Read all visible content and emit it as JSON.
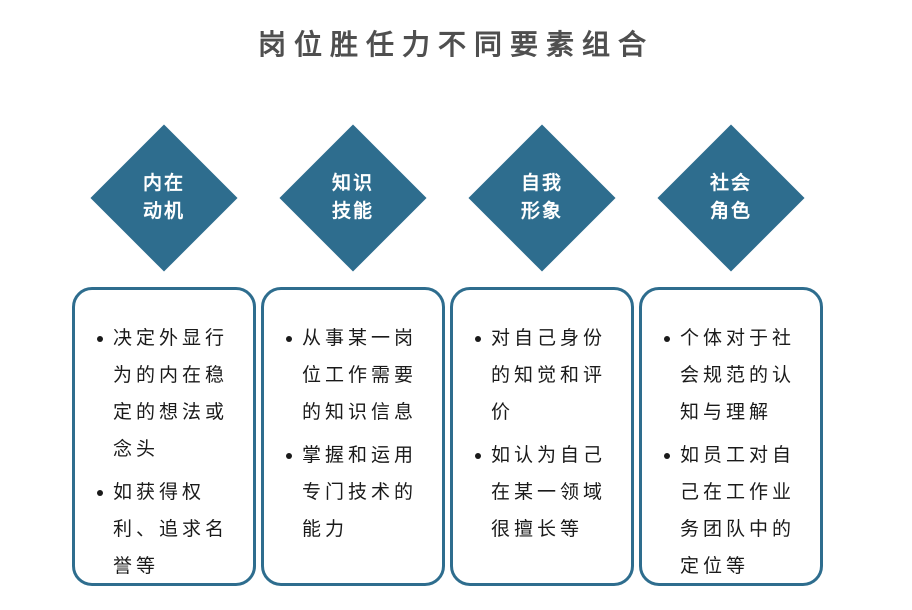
{
  "title": "岗位胜任力不同要素组合",
  "colors": {
    "accent": "#2e6d8e",
    "title_text": "#4f4f4f",
    "body_text": "#1a1a1a",
    "diamond_text": "#ffffff",
    "background": "#ffffff"
  },
  "columns": [
    {
      "diamond_label": [
        "内在",
        "动机"
      ],
      "bullets": [
        "决定外显行为的内在稳定的想法或念头",
        "如获得权利、追求名誉等"
      ]
    },
    {
      "diamond_label": [
        "知识",
        "技能"
      ],
      "bullets": [
        "从事某一岗位工作需要的知识信息",
        "掌握和运用专门技术的能力"
      ]
    },
    {
      "diamond_label": [
        "自我",
        "形象"
      ],
      "bullets": [
        "对自己身份的知觉和评价",
        "如认为自己在某一领域很擅长等"
      ]
    },
    {
      "diamond_label": [
        "社会",
        "角色"
      ],
      "bullets": [
        "个体对于社会规范的认知与理解",
        "如员工对自己在工作业务团队中的定位等"
      ]
    }
  ]
}
